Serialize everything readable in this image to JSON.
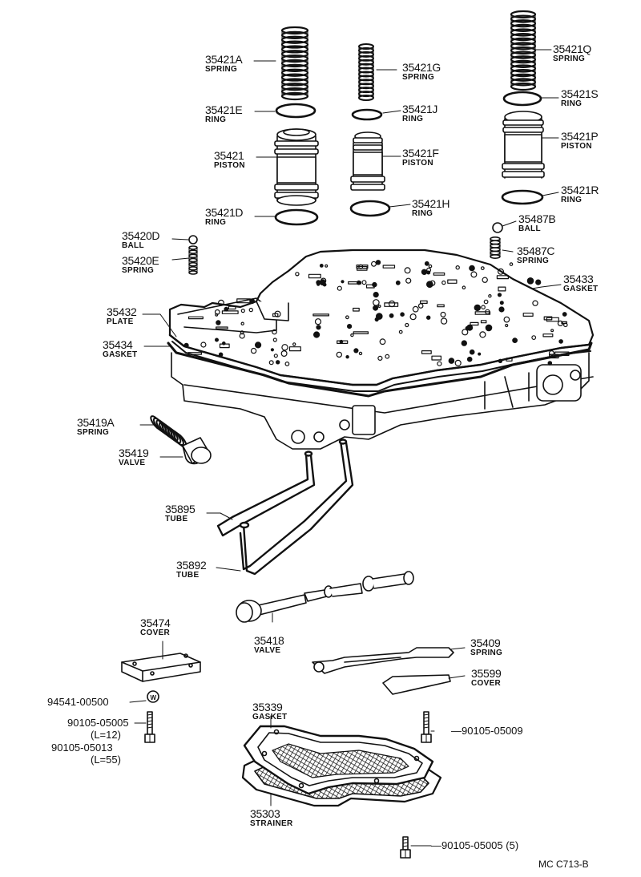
{
  "diagram_code": "MC  C713-B",
  "parts": [
    {
      "id": "p35421A",
      "number": "35421A",
      "name": "SPRING"
    },
    {
      "id": "p35421E",
      "number": "35421E",
      "name": "RING"
    },
    {
      "id": "p35421",
      "number": "35421",
      "name": "PISTON"
    },
    {
      "id": "p35421D",
      "number": "35421D",
      "name": "RING"
    },
    {
      "id": "p35421G",
      "number": "35421G",
      "name": "SPRING"
    },
    {
      "id": "p35421J",
      "number": "35421J",
      "name": "RING"
    },
    {
      "id": "p35421F",
      "number": "35421F",
      "name": "PISTON"
    },
    {
      "id": "p35421H",
      "number": "35421H",
      "name": "RING"
    },
    {
      "id": "p35421Q",
      "number": "35421Q",
      "name": "SPRING"
    },
    {
      "id": "p35421S",
      "number": "35421S",
      "name": "RING"
    },
    {
      "id": "p35421P",
      "number": "35421P",
      "name": "PISTON"
    },
    {
      "id": "p35421R",
      "number": "35421R",
      "name": "RING"
    },
    {
      "id": "p35487B",
      "number": "35487B",
      "name": "BALL"
    },
    {
      "id": "p35487C",
      "number": "35487C",
      "name": "SPRING"
    },
    {
      "id": "p35420D",
      "number": "35420D",
      "name": "BALL"
    },
    {
      "id": "p35420E",
      "number": "35420E",
      "name": "SPRING"
    },
    {
      "id": "p35433",
      "number": "35433",
      "name": "GASKET"
    },
    {
      "id": "p35432",
      "number": "35432",
      "name": "PLATE"
    },
    {
      "id": "p35434",
      "number": "35434",
      "name": "GASKET"
    },
    {
      "id": "p35419A",
      "number": "35419A",
      "name": "SPRING"
    },
    {
      "id": "p35419",
      "number": "35419",
      "name": "VALVE"
    },
    {
      "id": "p35895",
      "number": "35895",
      "name": "TUBE"
    },
    {
      "id": "p35892",
      "number": "35892",
      "name": "TUBE"
    },
    {
      "id": "p35474",
      "number": "35474",
      "name": "COVER"
    },
    {
      "id": "p35418",
      "number": "35418",
      "name": "VALVE"
    },
    {
      "id": "p35409",
      "number": "35409",
      "name": "SPRING"
    },
    {
      "id": "p35599",
      "number": "35599",
      "name": "COVER"
    },
    {
      "id": "p35339",
      "number": "35339",
      "name": "GASKET"
    },
    {
      "id": "p35303",
      "number": "35303",
      "name": "STRAINER"
    }
  ],
  "fasteners": {
    "washer": {
      "number": "94541-00500",
      "mark": "W"
    },
    "bolt_a": {
      "number": "90105-05005",
      "length": "(L=12)"
    },
    "bolt_b": {
      "number": "90105-05013",
      "length": "(L=55)"
    },
    "bolt_c": {
      "number": "90105-05009"
    },
    "bolt_d": {
      "number": "90105-05005",
      "qty": "(5)"
    }
  },
  "icons": [
    "coil-spring-icon",
    "o-ring-icon",
    "piston-icon",
    "ball-icon",
    "bolt-icon",
    "washer-icon",
    "plate-icon",
    "strainer-icon"
  ]
}
